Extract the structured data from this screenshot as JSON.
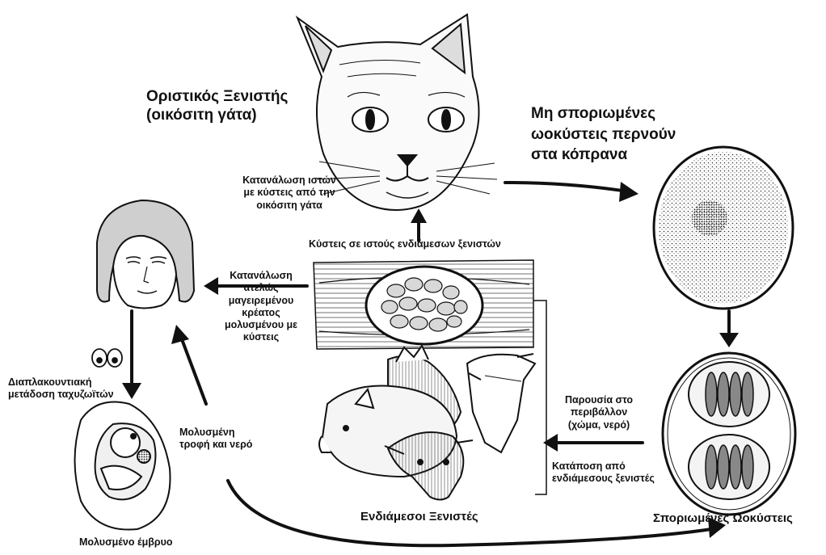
{
  "labels": {
    "definitive_host": [
      "Οριστικός Ξενιστής",
      "(οικόσιτη γάτα)"
    ],
    "unsporulated": [
      "Μη σποριωμένες",
      "ωοκύστεις περνούν",
      "στα κόπρανα"
    ],
    "cat_tissue": [
      "Κατανάλωση ιστών",
      "με κύστεις από την",
      "οικόσιτη γάτα"
    ],
    "tissue_cysts": "Κύστεις σε ιστούς ενδιάμεσων ξενιστών",
    "undercooked": [
      "Κατανάλωση",
      "ατελώς",
      "μαγειρεμένου",
      "κρέατος",
      "μολυσμένου με",
      "κύστεις"
    ],
    "transplacental": [
      "Διαπλακουντιακή",
      "μετάδοση ταχυζωϊτών"
    ],
    "food_water": [
      "Μολυσμένη",
      "τροφή και νερό"
    ],
    "environment": [
      "Παρουσία στο",
      "περιβάλλον",
      "(χώμα, νερό)"
    ],
    "ingestion": [
      "Κατάποση από",
      "ενδιάμεσους ξενιστές"
    ],
    "intermediate_hosts": "Ενδιάμεσοι Ξενιστές",
    "sporulated": "Σποριωμένες Ωοκύστεις",
    "infected_fetus": "Μολυσμένο έμβρυο"
  }
}
